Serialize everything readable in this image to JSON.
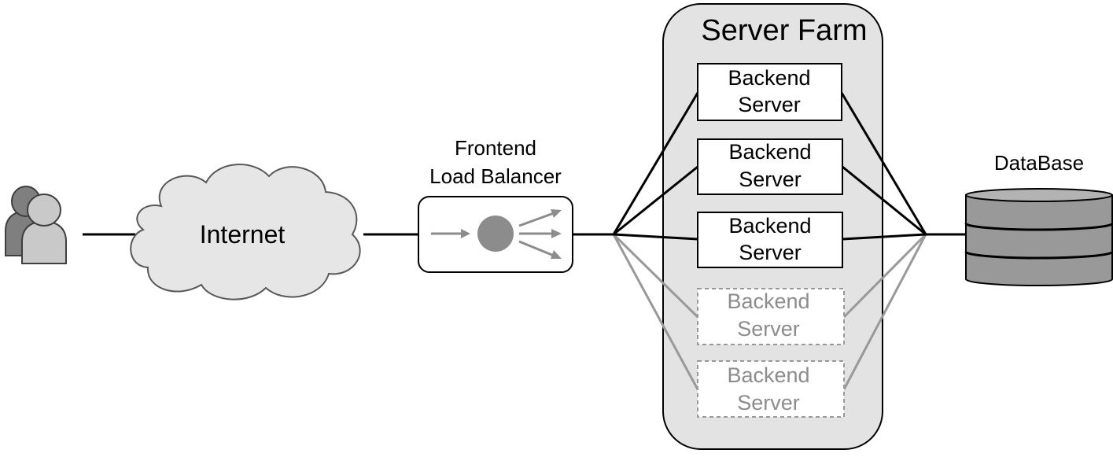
{
  "users": {
    "icon": "users-icon"
  },
  "internet": {
    "label": "Internet",
    "icon": "cloud-icon"
  },
  "load_balancer": {
    "title_line1": "Frontend",
    "title_line2": "Load Balancer",
    "icon": "load-balancer-icon"
  },
  "server_farm": {
    "title": "Server Farm",
    "servers": [
      {
        "line1": "Backend",
        "line2": "Server",
        "state": "active"
      },
      {
        "line1": "Backend",
        "line2": "Server",
        "state": "active"
      },
      {
        "line1": "Backend",
        "line2": "Server",
        "state": "active"
      },
      {
        "line1": "Backend",
        "line2": "Server",
        "state": "standby"
      },
      {
        "line1": "Backend",
        "line2": "Server",
        "state": "standby"
      }
    ]
  },
  "database": {
    "label": "DataBase",
    "icon": "database-icon"
  },
  "colors": {
    "active_line": "#000000",
    "standby_line": "#999999",
    "farm_fill": "#e3e3e3",
    "user_front": "#c9c9c9",
    "user_back": "#7f7f7f",
    "cloud_fill": "#e6e6e6",
    "db_fill": "#999999",
    "lb_icon": "#8c8c8c"
  }
}
